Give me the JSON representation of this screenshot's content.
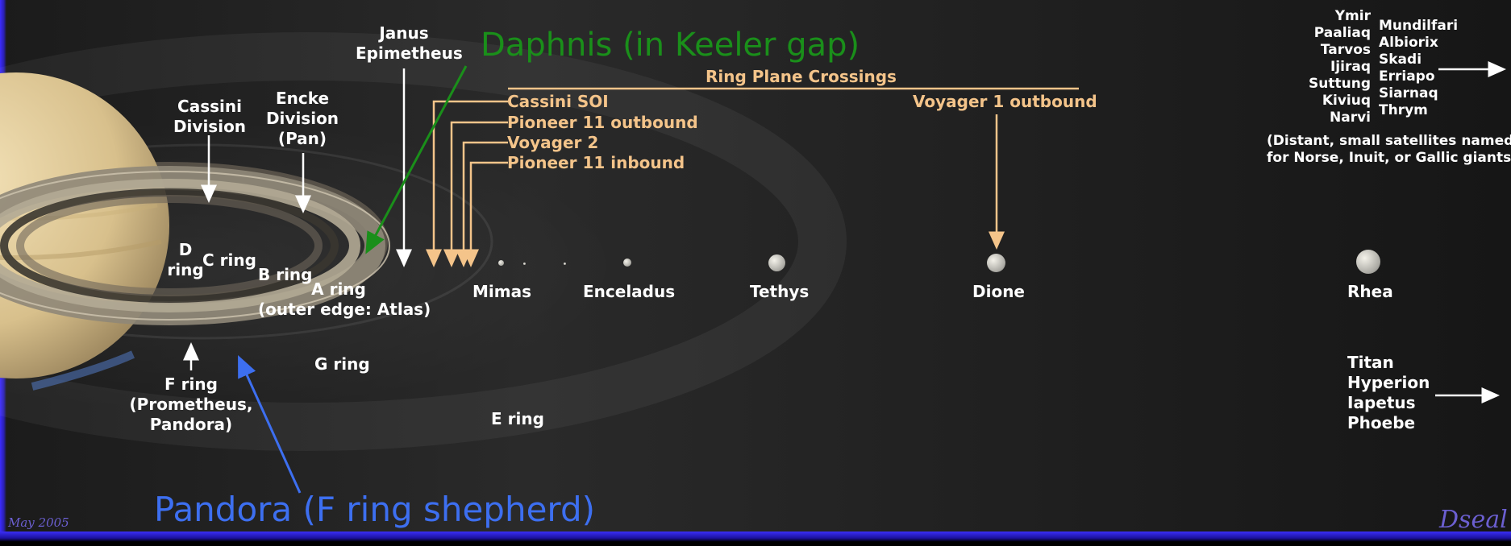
{
  "crossings": {
    "title": "Ring Plane Crossings",
    "items": [
      "Cassini SOI",
      "Pioneer 11 outbound",
      "Voyager 2",
      "Pioneer 11 inbound"
    ],
    "voyager1": "Voyager 1 outbound"
  },
  "labels": {
    "janus": "Janus",
    "epimetheus": "Epimetheus",
    "daphnis": "Daphnis (in Keeler gap)",
    "cassini_division": [
      "Cassini",
      "Division"
    ],
    "encke_division": [
      "Encke",
      "Division",
      "(Pan)"
    ],
    "d_ring": [
      "D",
      "ring"
    ],
    "c_ring": "C ring",
    "b_ring": "B ring",
    "a_ring": [
      "A ring",
      "(outer edge: Atlas)"
    ],
    "g_ring": "G ring",
    "f_ring": [
      "F ring",
      "(Prometheus,",
      "Pandora)"
    ],
    "e_ring": "E ring",
    "pandora": "Pandora (F ring shepherd)"
  },
  "moons": [
    "Mimas",
    "Enceladus",
    "Tethys",
    "Dione",
    "Rhea"
  ],
  "distant": {
    "col1": [
      "Ymir",
      "Paaliaq",
      "Tarvos",
      "Ijiraq",
      "Suttung",
      "Kiviuq",
      "Narvi"
    ],
    "col2": [
      "Mundilfari",
      "Albiorix",
      "Skadi",
      "Erriapo",
      "Siarnaq",
      "Thrym"
    ],
    "note": [
      "(Distant, small satellites named",
      "for Norse, Inuit, or Gallic giants)"
    ]
  },
  "outer": [
    "Titan",
    "Hyperion",
    "Iapetus",
    "Phoebe"
  ],
  "footer": {
    "date": "May 2005",
    "signature": "Dseal"
  },
  "colors": {
    "crossing": "#f4c48a",
    "daphnis": "#1a8f1a",
    "pandora": "#3d6ff0",
    "frame": "#3b2cff"
  }
}
